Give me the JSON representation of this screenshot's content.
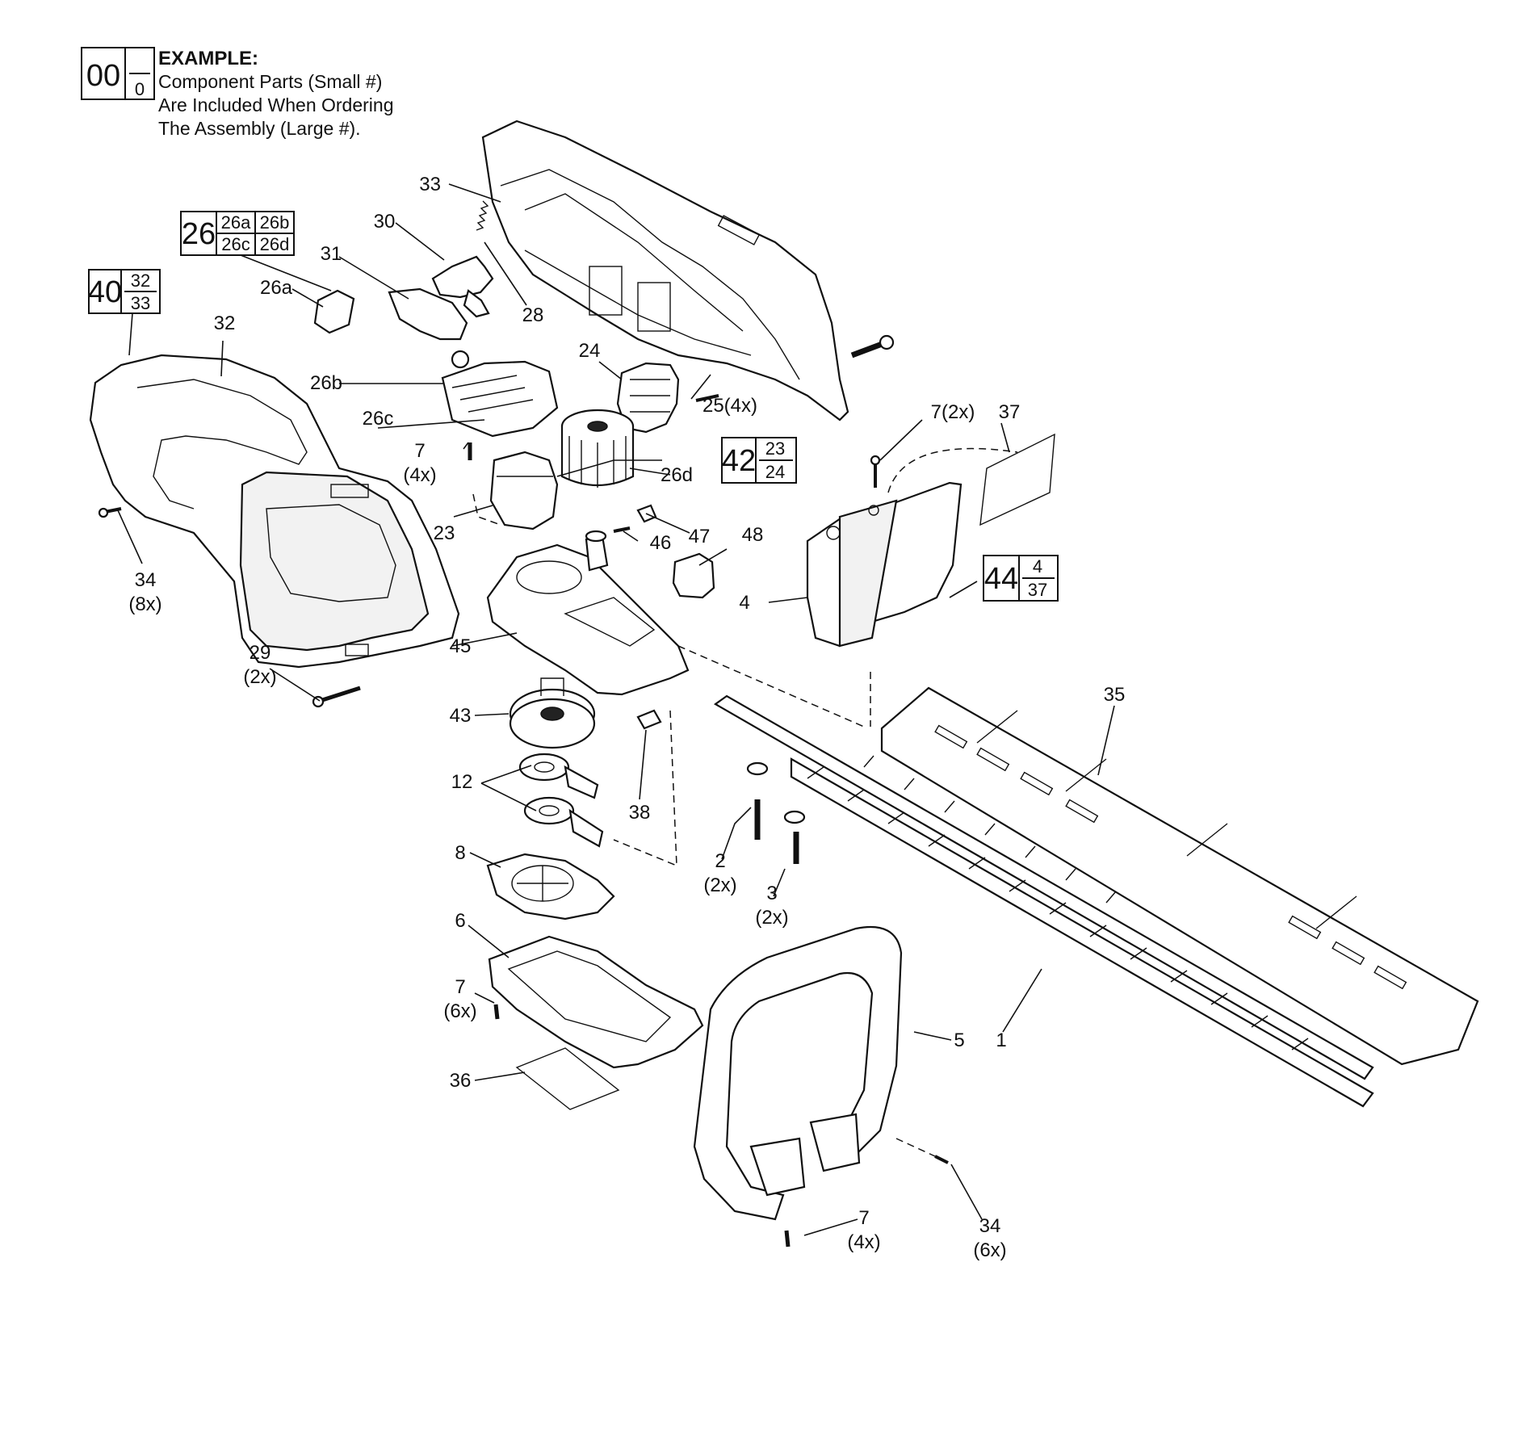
{
  "example": {
    "big": "00",
    "small": "0",
    "title": "EXAMPLE:",
    "lines": [
      "Component Parts (Small #)",
      "Are Included When Ordering",
      "The Assembly (Large #)."
    ]
  },
  "assembly_boxes": [
    {
      "id": "26",
      "parts": [
        "26a",
        "26b",
        "26c",
        "26d"
      ]
    },
    {
      "id": "40",
      "parts": [
        "32",
        "33"
      ]
    },
    {
      "id": "42",
      "parts": [
        "23",
        "24"
      ]
    },
    {
      "id": "44",
      "parts": [
        "4",
        "37"
      ]
    }
  ],
  "callouts": {
    "c33": "33",
    "c30": "30",
    "c31": "31",
    "c28": "28",
    "c26a": "26a",
    "c32": "32",
    "c24": "24",
    "c26b": "26b",
    "c25": "25(4x)",
    "c26c": "26c",
    "c7a": "7",
    "c7a_q": "(4x)",
    "c26d": "26d",
    "c23": "23",
    "c47": "47",
    "c46": "46",
    "c48": "48",
    "c34a": "34",
    "c34a_q": "(8x)",
    "c45": "45",
    "c29": "29",
    "c29_q": "(2x)",
    "c7b": "7(2x)",
    "c37": "37",
    "c4": "4",
    "c35": "35",
    "c43": "43",
    "c12": "12",
    "c38": "38",
    "c8": "8",
    "c2": "2",
    "c2_q": "(2x)",
    "c3": "3",
    "c3_q": "(2x)",
    "c6": "6",
    "c7c": "7",
    "c7c_q": "(6x)",
    "c36": "36",
    "c5": "5",
    "c1": "1",
    "c7d": "7",
    "c7d_q": "(4x)",
    "c34b": "34",
    "c34b_q": "(6x)"
  }
}
